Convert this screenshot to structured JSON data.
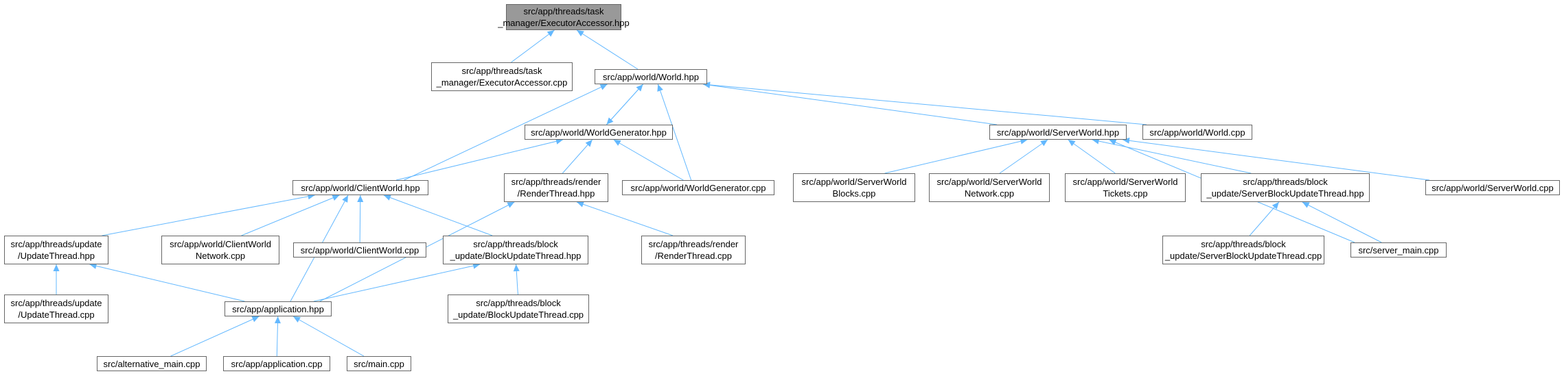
{
  "graph": {
    "edge_color": "#63b8ff",
    "root_fill": "#999999",
    "nodes": [
      {
        "id": "n_executor_hpp",
        "label": "src/app/threads/task\n_manager/ExecutorAccessor.hpp",
        "root": true
      },
      {
        "id": "n_executor_cpp",
        "label": "src/app/threads/task\n_manager/ExecutorAccessor.cpp"
      },
      {
        "id": "n_world_hpp",
        "label": "src/app/world/World.hpp"
      },
      {
        "id": "n_worldgen_hpp",
        "label": "src/app/world/WorldGenerator.hpp"
      },
      {
        "id": "n_serverworld_hpp",
        "label": "src/app/world/ServerWorld.hpp"
      },
      {
        "id": "n_world_cpp",
        "label": "src/app/world/World.cpp"
      },
      {
        "id": "n_clientworld_hpp",
        "label": "src/app/world/ClientWorld.hpp"
      },
      {
        "id": "n_renderthread_hpp",
        "label": "src/app/threads/render\n/RenderThread.hpp"
      },
      {
        "id": "n_worldgen_cpp",
        "label": "src/app/world/WorldGenerator.cpp"
      },
      {
        "id": "n_sw_blocks_cpp",
        "label": "src/app/world/ServerWorld\nBlocks.cpp"
      },
      {
        "id": "n_sw_network_cpp",
        "label": "src/app/world/ServerWorld\nNetwork.cpp"
      },
      {
        "id": "n_sw_tickets_cpp",
        "label": "src/app/world/ServerWorld\nTickets.cpp"
      },
      {
        "id": "n_sbut_hpp",
        "label": "src/app/threads/block\n_update/ServerBlockUpdateThread.hpp"
      },
      {
        "id": "n_serverworld_cpp",
        "label": "src/app/world/ServerWorld.cpp"
      },
      {
        "id": "n_updatethread_hpp",
        "label": "src/app/threads/update\n/UpdateThread.hpp"
      },
      {
        "id": "n_cw_network_cpp",
        "label": "src/app/world/ClientWorld\nNetwork.cpp"
      },
      {
        "id": "n_clientworld_cpp",
        "label": "src/app/world/ClientWorld.cpp"
      },
      {
        "id": "n_but_hpp",
        "label": "src/app/threads/block\n_update/BlockUpdateThread.hpp"
      },
      {
        "id": "n_renderthread_cpp",
        "label": "src/app/threads/render\n/RenderThread.cpp"
      },
      {
        "id": "n_sbut_cpp",
        "label": "src/app/threads/block\n_update/ServerBlockUpdateThread.cpp"
      },
      {
        "id": "n_server_main_cpp",
        "label": "src/server_main.cpp"
      },
      {
        "id": "n_updatethread_cpp",
        "label": "src/app/threads/update\n/UpdateThread.cpp"
      },
      {
        "id": "n_application_hpp",
        "label": "src/app/application.hpp"
      },
      {
        "id": "n_but_cpp",
        "label": "src/app/threads/block\n_update/BlockUpdateThread.cpp"
      },
      {
        "id": "n_alt_main_cpp",
        "label": "src/alternative_main.cpp"
      },
      {
        "id": "n_application_cpp",
        "label": "src/app/application.cpp"
      },
      {
        "id": "n_main_cpp",
        "label": "src/main.cpp"
      }
    ],
    "edges": [
      {
        "from": "n_executor_cpp",
        "to": "n_executor_hpp"
      },
      {
        "from": "n_world_hpp",
        "to": "n_executor_hpp"
      },
      {
        "from": "n_worldgen_hpp",
        "to": "n_world_hpp"
      },
      {
        "from": "n_world_hpp",
        "to": "n_worldgen_hpp"
      },
      {
        "from": "n_clientworld_hpp",
        "to": "n_world_hpp"
      },
      {
        "from": "n_worldgen_cpp",
        "to": "n_world_hpp"
      },
      {
        "from": "n_serverworld_hpp",
        "to": "n_world_hpp"
      },
      {
        "from": "n_world_cpp",
        "to": "n_world_hpp"
      },
      {
        "from": "n_clientworld_hpp",
        "to": "n_worldgen_hpp"
      },
      {
        "from": "n_renderthread_hpp",
        "to": "n_worldgen_hpp"
      },
      {
        "from": "n_worldgen_cpp",
        "to": "n_worldgen_hpp"
      },
      {
        "from": "n_sw_blocks_cpp",
        "to": "n_serverworld_hpp"
      },
      {
        "from": "n_sw_network_cpp",
        "to": "n_serverworld_hpp"
      },
      {
        "from": "n_sw_tickets_cpp",
        "to": "n_serverworld_hpp"
      },
      {
        "from": "n_sbut_hpp",
        "to": "n_serverworld_hpp"
      },
      {
        "from": "n_serverworld_cpp",
        "to": "n_serverworld_hpp"
      },
      {
        "from": "n_server_main_cpp",
        "to": "n_serverworld_hpp"
      },
      {
        "from": "n_updatethread_hpp",
        "to": "n_clientworld_hpp"
      },
      {
        "from": "n_cw_network_cpp",
        "to": "n_clientworld_hpp"
      },
      {
        "from": "n_clientworld_cpp",
        "to": "n_clientworld_hpp"
      },
      {
        "from": "n_but_hpp",
        "to": "n_clientworld_hpp"
      },
      {
        "from": "n_application_hpp",
        "to": "n_clientworld_hpp"
      },
      {
        "from": "n_renderthread_cpp",
        "to": "n_renderthread_hpp"
      },
      {
        "from": "n_application_hpp",
        "to": "n_renderthread_hpp"
      },
      {
        "from": "n_sbut_cpp",
        "to": "n_sbut_hpp"
      },
      {
        "from": "n_server_main_cpp",
        "to": "n_sbut_hpp"
      },
      {
        "from": "n_updatethread_cpp",
        "to": "n_updatethread_hpp"
      },
      {
        "from": "n_application_hpp",
        "to": "n_updatethread_hpp"
      },
      {
        "from": "n_but_cpp",
        "to": "n_but_hpp"
      },
      {
        "from": "n_application_hpp",
        "to": "n_but_hpp"
      },
      {
        "from": "n_alt_main_cpp",
        "to": "n_application_hpp"
      },
      {
        "from": "n_application_cpp",
        "to": "n_application_hpp"
      },
      {
        "from": "n_main_cpp",
        "to": "n_application_hpp"
      }
    ]
  }
}
